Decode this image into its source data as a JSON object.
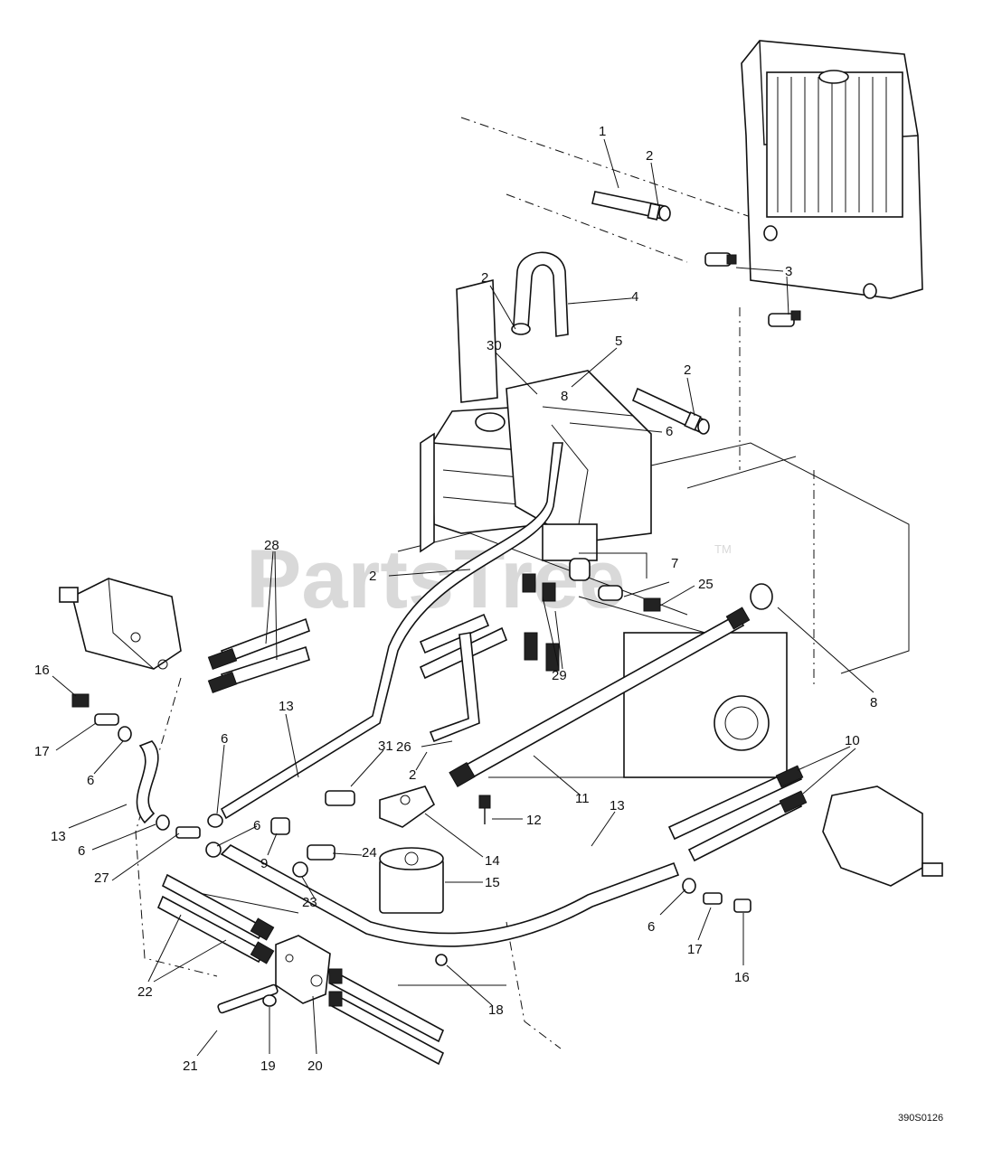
{
  "watermark": {
    "text": "PartsTree",
    "trademark": "TM"
  },
  "drawing_code": "390S0126",
  "callouts": [
    {
      "id": "c1",
      "text": "1"
    },
    {
      "id": "c2a",
      "text": "2"
    },
    {
      "id": "c3",
      "text": "3"
    },
    {
      "id": "c2b",
      "text": "2"
    },
    {
      "id": "c4",
      "text": "4"
    },
    {
      "id": "c30",
      "text": "30"
    },
    {
      "id": "c5",
      "text": "5"
    },
    {
      "id": "c8a",
      "text": "8"
    },
    {
      "id": "c2c",
      "text": "2"
    },
    {
      "id": "c6a",
      "text": "6"
    },
    {
      "id": "c28",
      "text": "28"
    },
    {
      "id": "c2d",
      "text": "2"
    },
    {
      "id": "c7",
      "text": "7"
    },
    {
      "id": "c25",
      "text": "25"
    },
    {
      "id": "c29",
      "text": "29"
    },
    {
      "id": "c8b",
      "text": "8"
    },
    {
      "id": "c16a",
      "text": "16"
    },
    {
      "id": "c13a",
      "text": "13"
    },
    {
      "id": "c26",
      "text": "26"
    },
    {
      "id": "c17a",
      "text": "17"
    },
    {
      "id": "c6b",
      "text": "6"
    },
    {
      "id": "c6c",
      "text": "6"
    },
    {
      "id": "c31",
      "text": "31"
    },
    {
      "id": "c2e",
      "text": "2"
    },
    {
      "id": "c11",
      "text": "11"
    },
    {
      "id": "c10",
      "text": "10"
    },
    {
      "id": "c13b",
      "text": "13"
    },
    {
      "id": "c12",
      "text": "12"
    },
    {
      "id": "c13c",
      "text": "13"
    },
    {
      "id": "c6d",
      "text": "6"
    },
    {
      "id": "c6e",
      "text": "6"
    },
    {
      "id": "c27",
      "text": "27"
    },
    {
      "id": "c9",
      "text": "9"
    },
    {
      "id": "c24",
      "text": "24"
    },
    {
      "id": "c14",
      "text": "14"
    },
    {
      "id": "c23",
      "text": "23"
    },
    {
      "id": "c15",
      "text": "15"
    },
    {
      "id": "c6f",
      "text": "6"
    },
    {
      "id": "c17b",
      "text": "17"
    },
    {
      "id": "c16b",
      "text": "16"
    },
    {
      "id": "c22",
      "text": "22"
    },
    {
      "id": "c18",
      "text": "18"
    },
    {
      "id": "c21",
      "text": "21"
    },
    {
      "id": "c19",
      "text": "19"
    },
    {
      "id": "c20",
      "text": "20"
    }
  ]
}
